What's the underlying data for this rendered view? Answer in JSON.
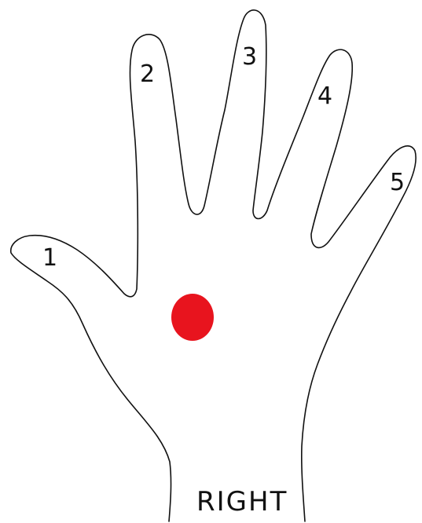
{
  "diagram": {
    "hand_label": "RIGHT",
    "fingers": [
      {
        "number": "1"
      },
      {
        "number": "2"
      },
      {
        "number": "3"
      },
      {
        "number": "4"
      },
      {
        "number": "5"
      }
    ],
    "marker": {
      "color": "#e8141e"
    },
    "outline_color": "#111111"
  }
}
